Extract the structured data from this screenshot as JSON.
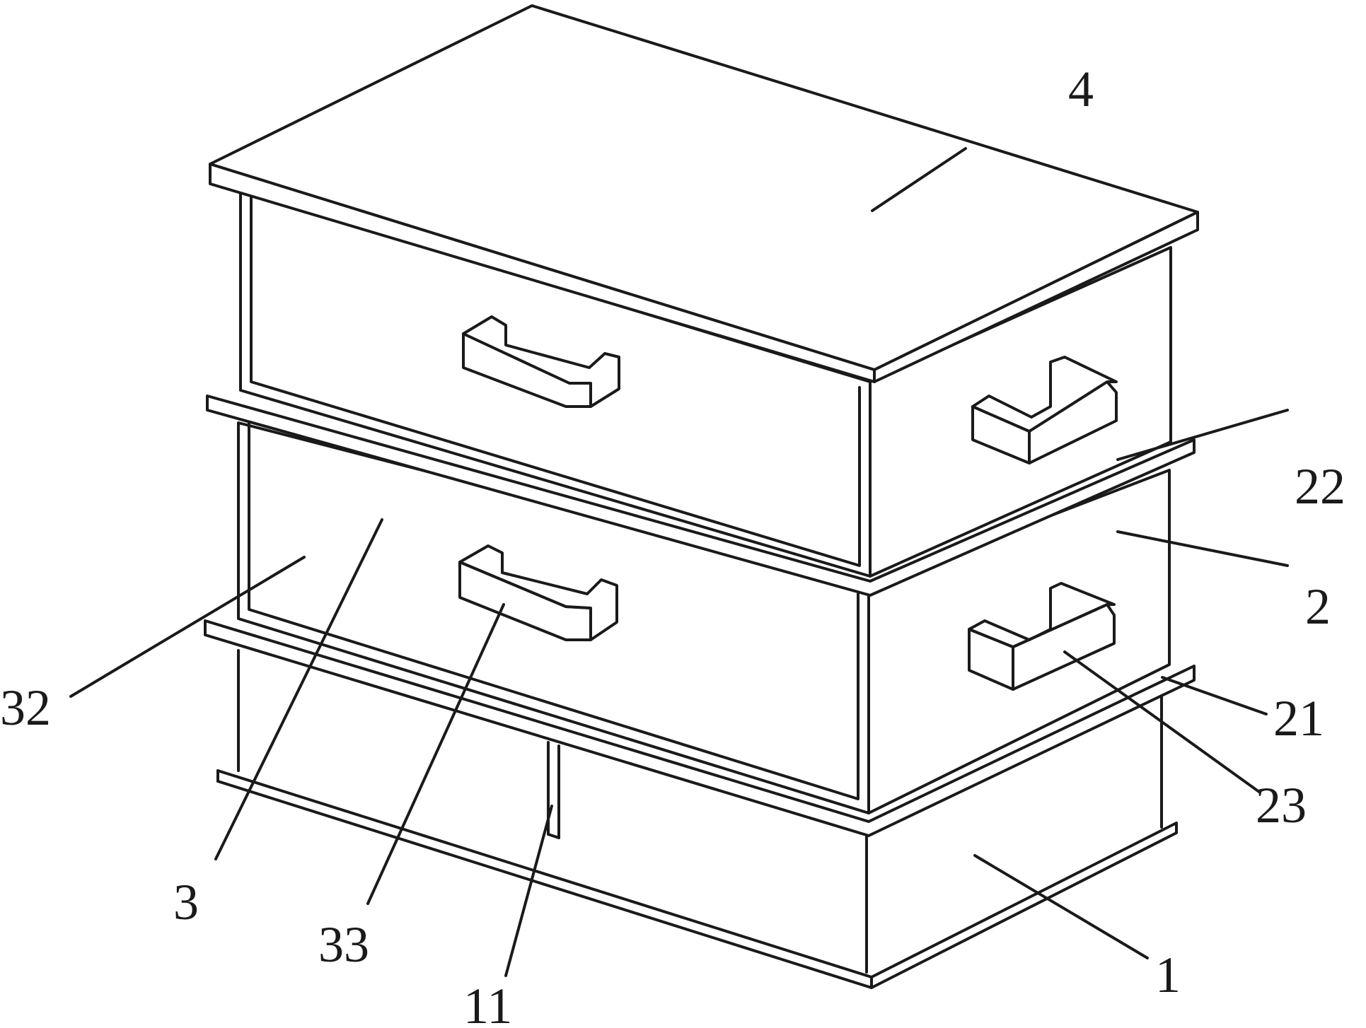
{
  "figure": {
    "labels": [
      {
        "id": "label-4",
        "text": "4"
      },
      {
        "id": "label-22",
        "text": "22"
      },
      {
        "id": "label-2",
        "text": "2"
      },
      {
        "id": "label-21",
        "text": "21"
      },
      {
        "id": "label-23",
        "text": "23"
      },
      {
        "id": "label-1",
        "text": "1"
      },
      {
        "id": "label-11",
        "text": "11"
      },
      {
        "id": "label-33",
        "text": "33"
      },
      {
        "id": "label-3",
        "text": "3"
      },
      {
        "id": "label-32",
        "text": "32"
      }
    ]
  }
}
